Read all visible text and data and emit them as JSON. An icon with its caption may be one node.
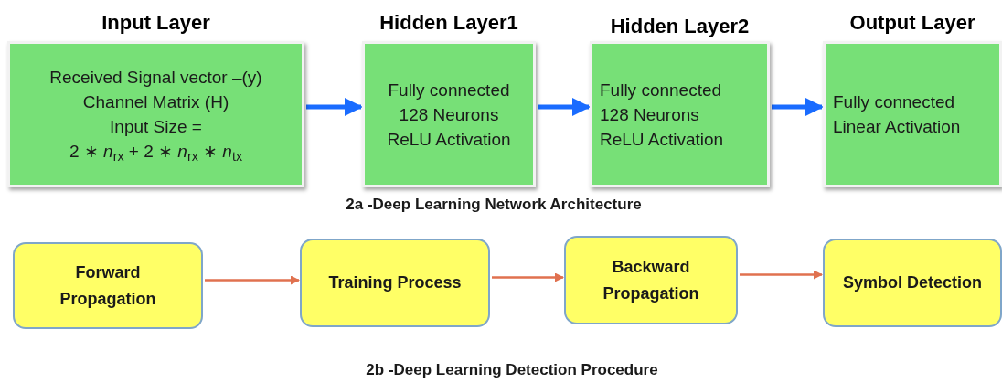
{
  "diagram": {
    "nodes": [
      {
        "text": [
          "Input Layer",
          "Received Signal vector –(y)",
          "Channel Matrix (H)",
          "Input Size =",
          "2 ∗ *n*$_{rx}$ + 2 ∗ *n*$_{rx}$ ∗ *n*$_{tx}$"
        ]
      },
      {
        "text": [
          "Hidden Layer1",
          "Fully connected",
          "128 Neurons",
          "ReLU Activation"
        ]
      },
      {
        "text": [
          "Hidden Layer2",
          "Fully connected",
          "128 Neurons",
          "ReLU Activation"
        ]
      },
      {
        "text": [
          "Output Layer",
          "Fully connected",
          "Linear Activation"
        ]
      },
      {
        "text": [
          "Forward Propagation"
        ]
      },
      {
        "text": [
          "Training Process"
        ]
      },
      {
        "text": [
          "Backward Propagation"
        ]
      },
      {
        "text": [
          "Symbol Detection"
        ]
      }
    ],
    "edges": [
      {
        "from": 0,
        "to": 1,
        "arrow": "to",
        "style": "thick",
        "color": "#1a6cff"
      },
      {
        "from": 1,
        "to": 2,
        "arrow": "to",
        "style": "thick",
        "color": "#1a6cff"
      },
      {
        "from": 2,
        "to": 3,
        "arrow": "to",
        "style": "thick",
        "color": "#1a6cff"
      },
      {
        "from": 4,
        "to": 5,
        "arrow": "to",
        "color": "#e0714f"
      },
      {
        "from": 5,
        "to": 6,
        "arrow": "to",
        "color": "#e0714f"
      },
      {
        "from": 6,
        "to": 7,
        "arrow": "to",
        "color": "#e0714f"
      }
    ],
    "labels": [
      "2a -Deep Learning Network Architecture",
      "2b -Deep Learning Detection Procedure"
    ]
  }
}
